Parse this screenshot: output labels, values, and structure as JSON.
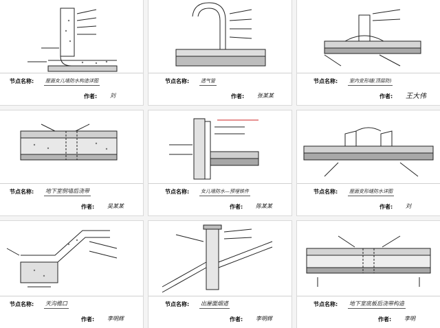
{
  "labels": {
    "node_name": "节点名称:",
    "author": "作者:"
  },
  "cards": [
    {
      "node": "屋面女儿墙防水构造详图",
      "author": "刘"
    },
    {
      "node": "透气管",
      "author": "张某某"
    },
    {
      "node": "室内变形缝(顶层防)",
      "author": "王大伟"
    },
    {
      "node": "地下室侧墙后浇带",
      "author": "吴某某"
    },
    {
      "node": "女儿墙防水—预埋铁件",
      "author": "陈某某"
    },
    {
      "node": "屋面变形缝防水详图",
      "author": "刘"
    },
    {
      "node": "天沟檐口",
      "author": "李明辉"
    },
    {
      "node": "出屋面烟道",
      "author": "李明辉"
    },
    {
      "node": "地下室底板后浇带构造",
      "author": "李明"
    }
  ]
}
